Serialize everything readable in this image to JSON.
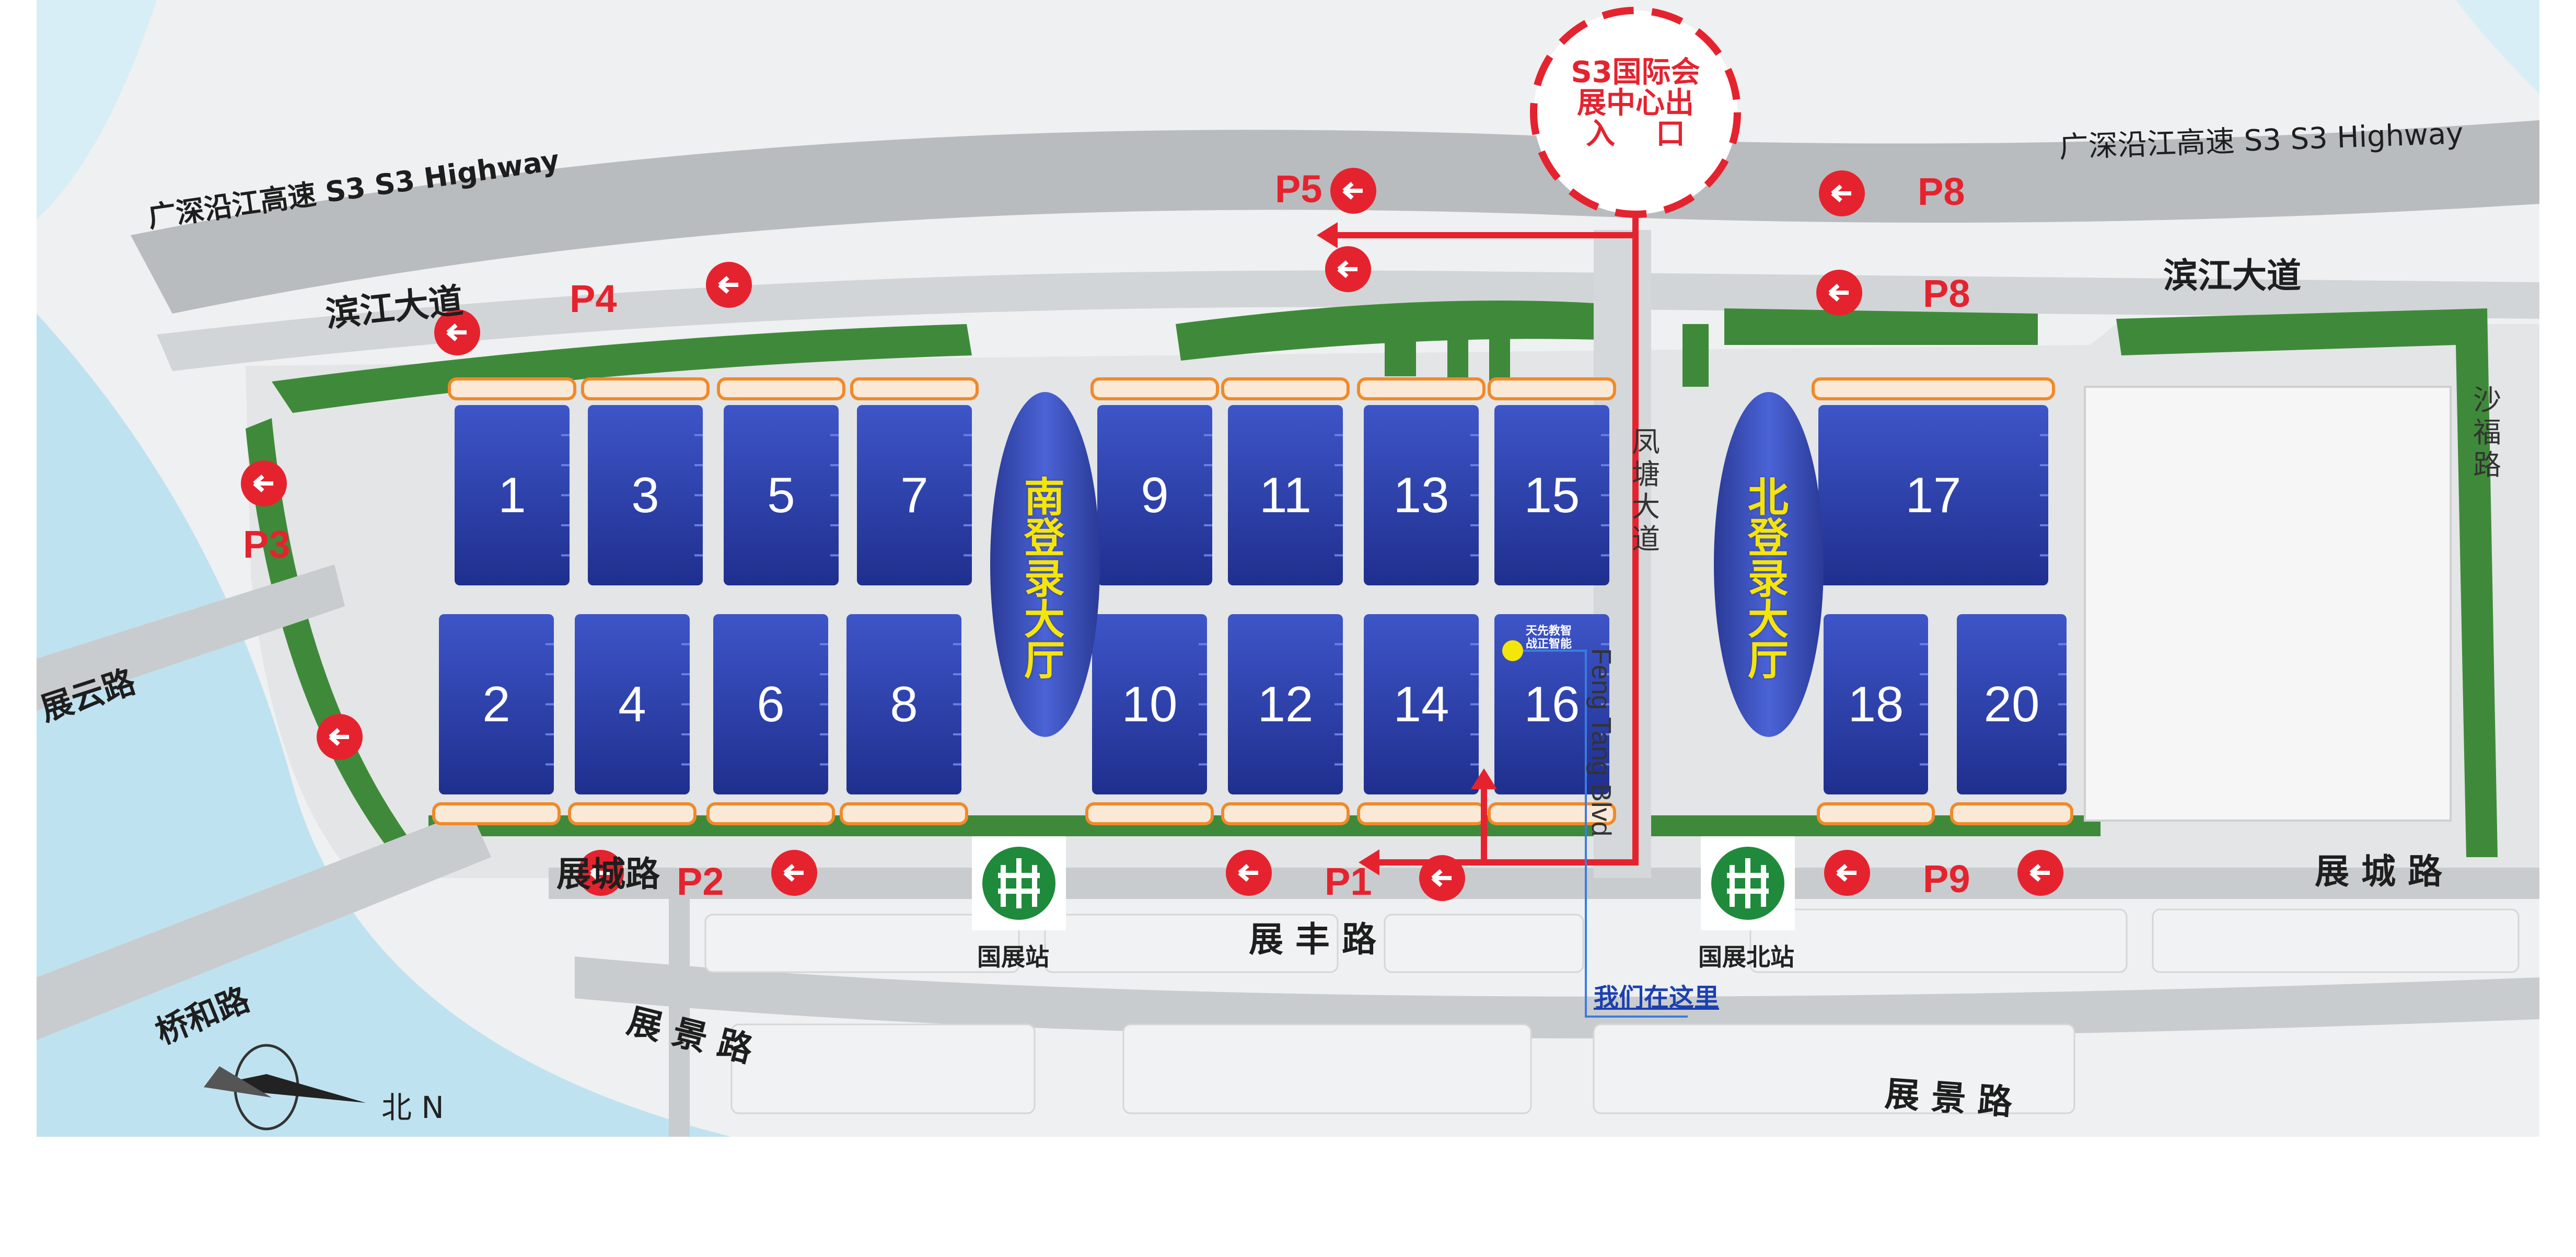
{
  "map": {
    "roads": {
      "highway_top_left": "广深沿江高速 S3  S3 Highway",
      "highway_top_right": "广深沿江高速 S3  S3 Highway",
      "binjiang_left": "滨江大道",
      "binjiang_right": "滨江大道",
      "zhanyun": "展云路",
      "qiaohe": "桥和路",
      "zhancheng_left": "展城路",
      "zhancheng_right": "展 城 路",
      "zhanfeng": "展 丰 路",
      "zhanjing_left": "展 景 路",
      "zhanjing_right": "展 景 路",
      "fengtang_cn": "凤塘大道",
      "fengtang_en": "Feng Tang Blvd",
      "shafu": "沙福路"
    },
    "exit_sign": {
      "line1": "S3国际会",
      "line2": "展中心出",
      "line3": "入    口"
    },
    "parking": [
      "P1",
      "P2",
      "P3",
      "P4",
      "P5",
      "P8",
      "P8",
      "P9"
    ],
    "halls": {
      "north_row": [
        "1",
        "3",
        "5",
        "7",
        "9",
        "11",
        "13",
        "15",
        "17"
      ],
      "south_row": [
        "2",
        "4",
        "6",
        "8",
        "10",
        "12",
        "14",
        "16",
        "18",
        "20"
      ]
    },
    "lobbies": {
      "south": "南登录大厅",
      "north": "北登录大厅"
    },
    "stations": {
      "guozhan": "国展站",
      "guozhan_north": "国展北站"
    },
    "booth_marker": {
      "line1": "天先教智",
      "line2": "战正智能"
    },
    "here_label": "我们在这里",
    "compass": {
      "label": "北 N"
    },
    "colors": {
      "hall_blue": "#2c3fa6",
      "road_grey": "#c9ccce",
      "green": "#3f8a3a",
      "accent_red": "#e5232f",
      "lobby_yellow": "#f4e50a",
      "metro_green": "#1f8a3b",
      "water": "#bfe2f0"
    }
  }
}
